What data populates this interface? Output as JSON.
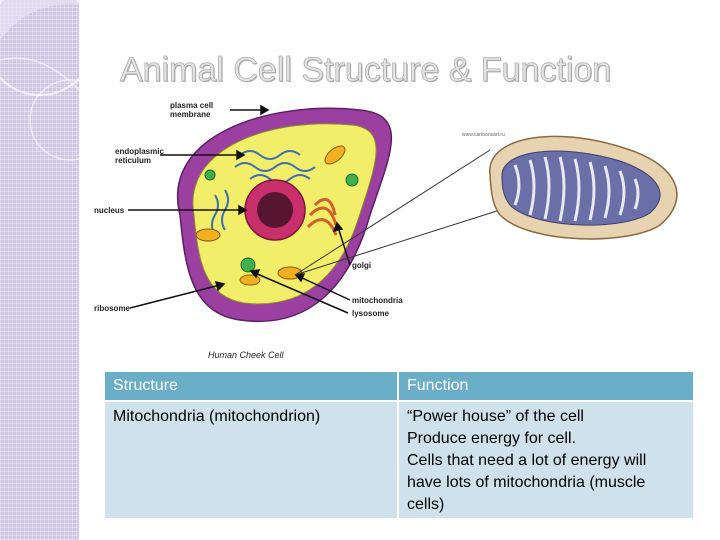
{
  "slide": {
    "title": "Animal Cell Structure & Function"
  },
  "figure": {
    "labels": {
      "plasma_membrane_1": "plasma cell",
      "plasma_membrane_2": "membrane",
      "er_1": "endoplasmic",
      "er_2": "reticulum",
      "nucleus": "nucleus",
      "golgi": "golgi",
      "ribosome": "ribosome",
      "mitochondria": "mitochondria",
      "lysosome": "lysosome"
    },
    "caption": "Human Cheek Cell",
    "watermark": "www.cartoonsart.ru"
  },
  "table": {
    "headers": [
      "Structure",
      "Function"
    ],
    "rows": [
      {
        "structure": "Mitochondria (mitochondrion)",
        "function_lines": [
          "“Power house” of the cell",
          "Produce energy for cell.",
          "Cells that need a lot of energy will",
          "have lots of mitochondria (muscle",
          "cells)"
        ]
      }
    ]
  },
  "colors": {
    "header_bg": "#6aaec8",
    "cell_bg": "#cfe2ec",
    "sidebar": "#cfc6e3"
  }
}
